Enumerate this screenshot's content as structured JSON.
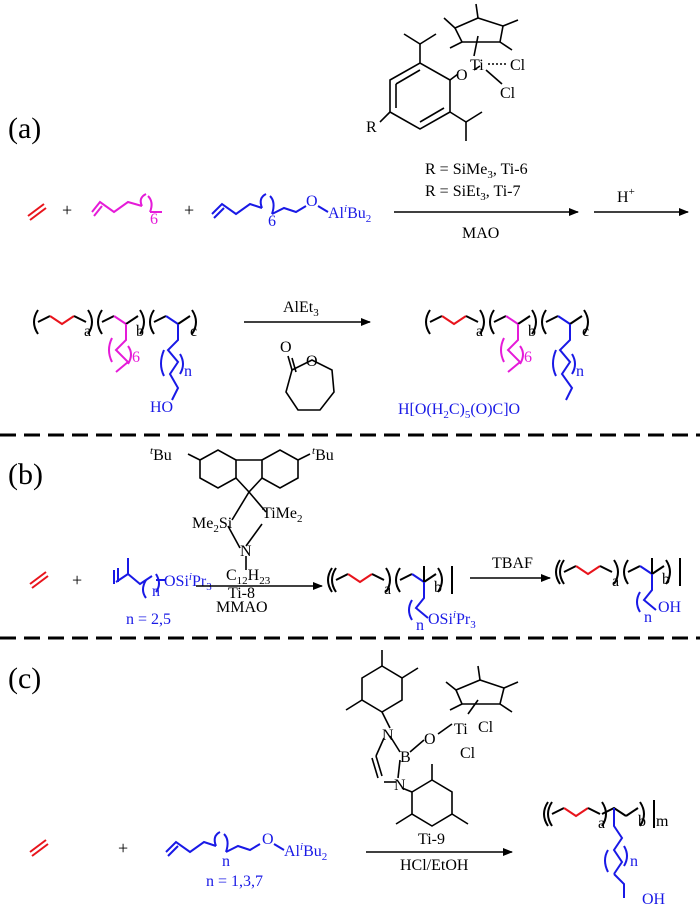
{
  "colors": {
    "ethylene": "#e8141c",
    "octene": "#e51bd8",
    "comonomer": "#1919e6",
    "black": "#000000"
  },
  "panel_a": {
    "label": "(a)",
    "catalyst_ti": "Ti",
    "catalyst_cl1": "Cl",
    "catalyst_cl2": "Cl",
    "catalyst_o": "O",
    "catalyst_r": "R",
    "r_def_1": "R = SiMe",
    "r_def_1_sub": "3",
    "r_def_1_tail": ", Ti-6",
    "r_def_2": "R = SiEt",
    "r_def_2_sub": "3",
    "r_def_2_tail": ", Ti-7",
    "cocatalyst": "MAO",
    "plus": "+",
    "octene_n": "6",
    "comonomer_n": "6",
    "comonomer_o": "O",
    "comonomer_al": "Al",
    "comonomer_ibu": "i",
    "comonomer_bu": "Bu",
    "comonomer_sub2": "2",
    "acid": "H",
    "acid_sup": "+",
    "polymer_a": "a",
    "polymer_b": "b",
    "polymer_c": "c",
    "polymer_hex": "6",
    "polymer_n": "n",
    "polymer_ho": "HO",
    "reagent_alet": "AlEt",
    "reagent_alet_sub": "3",
    "lactone_o": "O",
    "graft_a": "a",
    "graft_b": "b",
    "graft_c": "c",
    "graft_hex": "6",
    "graft_n": "n",
    "graft_end": "H[O(H",
    "graft_end_c": "C)",
    "graft_end_5": "5",
    "graft_end_tail": "(O)C]O",
    "graft_end_sub2": "2"
  },
  "panel_b": {
    "label": "(b)",
    "tbu_left_t": "t",
    "tbu_left": "Bu",
    "tbu_right_t": "t",
    "tbu_right": "Bu",
    "me2si": "Me",
    "me2si_sub": "2",
    "me2si_tail": "Si",
    "timme2": "TiMe",
    "timme2_sub": "2",
    "n": "N",
    "c12": "C",
    "c12_sub1": "12",
    "c12_h": "H",
    "c12_sub2": "23",
    "catalyst": "Ti-8",
    "cocatalyst": "MMAO",
    "plus": "+",
    "comonomer_n": "n",
    "comonomer_osi": "OSi",
    "comonomer_i": "i",
    "comonomer_pr": "Pr",
    "comonomer_sub3": "3",
    "n_values": "n = 2,5",
    "polymer_a": "a",
    "polymer_b": "b",
    "polymer_n": "n",
    "polymer_osi": "OSi",
    "polymer_i": "i",
    "polymer_pr": "Pr",
    "polymer_sub3": "3",
    "reagent": "TBAF",
    "product_a": "a",
    "product_b": "b",
    "product_n": "n",
    "product_oh": "OH"
  },
  "panel_c": {
    "label": "(c)",
    "ti": "Ti",
    "cl1": "Cl",
    "cl2": "Cl",
    "b": "B",
    "o": "O",
    "n1": "N",
    "n2": "N",
    "plus": "+",
    "comonomer_n": "n",
    "comonomer_o": "O",
    "comonomer_al": "Al",
    "comonomer_i": "i",
    "comonomer_bu": "Bu",
    "comonomer_sub2": "2",
    "n_values": "n = 1,3,7",
    "catalyst": "Ti-9",
    "workup": "HCl/EtOH",
    "polymer_a": "a",
    "polymer_b": "b",
    "polymer_m": "m",
    "polymer_n": "n",
    "polymer_oh": "OH"
  }
}
